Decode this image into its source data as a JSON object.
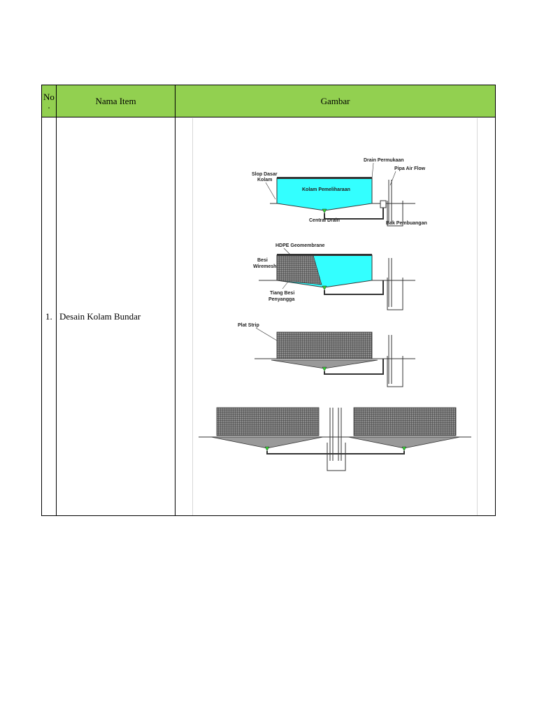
{
  "table": {
    "headers": {
      "no": "No",
      "no_dot": ".",
      "name": "Nama Item",
      "image": "Gambar"
    },
    "rows": [
      {
        "no": "1.",
        "name": "Desain Kolam Bundar"
      }
    ]
  },
  "figure": {
    "labels": {
      "slope": "Slop Dasar",
      "slope2": "Kolam",
      "pool": "Kolam Pemeliharaan",
      "drain_surface": "Drain Permukaan",
      "pipe_airflow": "Pipa Air Flow",
      "central_drain": "Central Drain",
      "bak": "Bak Pembuangan",
      "hdpe": "HDPE Geomembrane",
      "besi": "Besi",
      "wiremesh": "Wiremesh",
      "tiang": "Tiang Besi",
      "penyangga": "Penyangga",
      "plat": "Plat Strip"
    },
    "colors": {
      "water": "#33ffff",
      "mesh": "#555555",
      "drain": "#33cc33",
      "header_bg": "#92d050"
    }
  }
}
